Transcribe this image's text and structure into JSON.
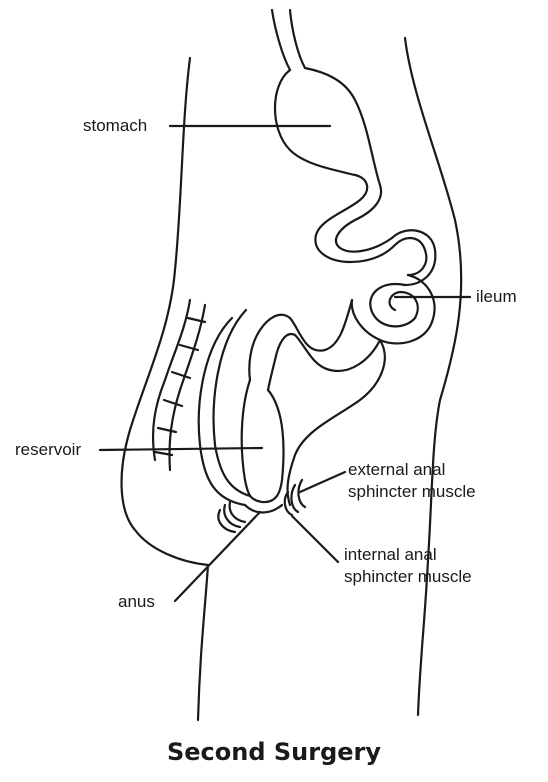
{
  "labels": {
    "stomach": "stomach",
    "ileum": "ileum",
    "reservoir": "reservoir",
    "external_line1": "external anal",
    "external_line2": "sphincter muscle",
    "internal_line1": "internal anal",
    "internal_line2": "sphincter muscle",
    "anus": "anus"
  },
  "caption": "Second Surgery",
  "colors": {
    "ink": "#1a1a1a",
    "background": "#ffffff"
  }
}
